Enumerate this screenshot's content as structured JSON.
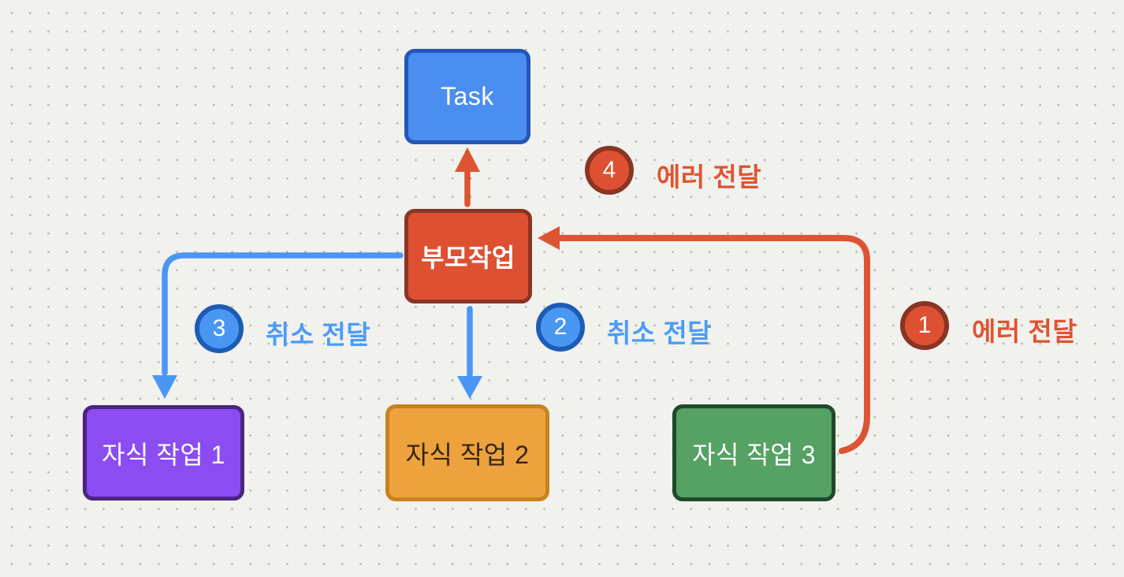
{
  "canvas": {
    "background_color": "#f1f1ee",
    "dot_grid_color": "#b5b5b3"
  },
  "nodes": [
    {
      "id": "task",
      "label": "Task",
      "fill": "#4a8ef0",
      "border": "#2456b5",
      "text_color": "#ffffff"
    },
    {
      "id": "parent",
      "label": "부모작업",
      "fill": "#dd5132",
      "border": "#8a3424",
      "text_color": "#ffffff"
    },
    {
      "id": "child1",
      "label": "자식 작업 1",
      "fill": "#8b4df2",
      "border": "#4b2581",
      "text_color": "#ffffff"
    },
    {
      "id": "child2",
      "label": "자식 작업 2",
      "fill": "#eda23e",
      "border": "#c8821d",
      "text_color": "#33250f"
    },
    {
      "id": "child3",
      "label": "자식 작업 3",
      "fill": "#55a264",
      "border": "#20492c",
      "text_color": "#ffffff"
    }
  ],
  "annotations": [
    {
      "number": "4",
      "label": "에러 전달",
      "color": "red"
    },
    {
      "number": "3",
      "label": "취소 전달",
      "color": "blue"
    },
    {
      "number": "2",
      "label": "취소 전달",
      "color": "blue"
    },
    {
      "number": "1",
      "label": "에러 전달",
      "color": "red"
    }
  ],
  "edges": [
    {
      "from": "parent",
      "to": "task",
      "meaning": "에러 전달",
      "color_name": "red"
    },
    {
      "from": "parent",
      "to": "child1",
      "meaning": "취소 전달",
      "color_name": "blue"
    },
    {
      "from": "parent",
      "to": "child2",
      "meaning": "취소 전달",
      "color_name": "blue"
    },
    {
      "from": "child3",
      "to": "parent",
      "meaning": "에러 전달",
      "color_name": "red"
    }
  ],
  "colors": {
    "red": "#dd5433",
    "blue": "#4a96f3"
  }
}
